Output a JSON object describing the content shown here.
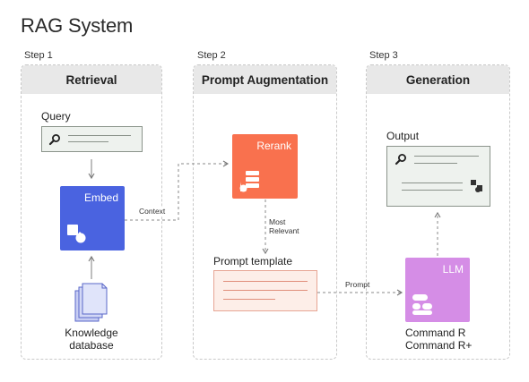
{
  "title": "RAG System",
  "steps": [
    {
      "step": "Step 1",
      "header": "Retrieval"
    },
    {
      "step": "Step 2",
      "header": "Prompt Augmentation"
    },
    {
      "step": "Step 3",
      "header": "Generation"
    }
  ],
  "nodes": {
    "query": "Query",
    "embed": "Embed",
    "knowledge_line1": "Knowledge",
    "knowledge_line2": "database",
    "rerank": "Rerank",
    "prompt_template": "Prompt template",
    "llm": "LLM",
    "model_line1": "Command R",
    "model_line2": "Command R+",
    "output": "Output"
  },
  "edges": {
    "context": "Context",
    "most_relevant_line1": "Most",
    "most_relevant_line2": "Relevant",
    "prompt": "Prompt"
  },
  "colors": {
    "embed": "#4a63e0",
    "rerank": "#f9714e",
    "llm": "#d58de6",
    "query_box": "#eef2ee",
    "output_box": "#eef2ee",
    "prompt_box": "#fdeee8"
  }
}
